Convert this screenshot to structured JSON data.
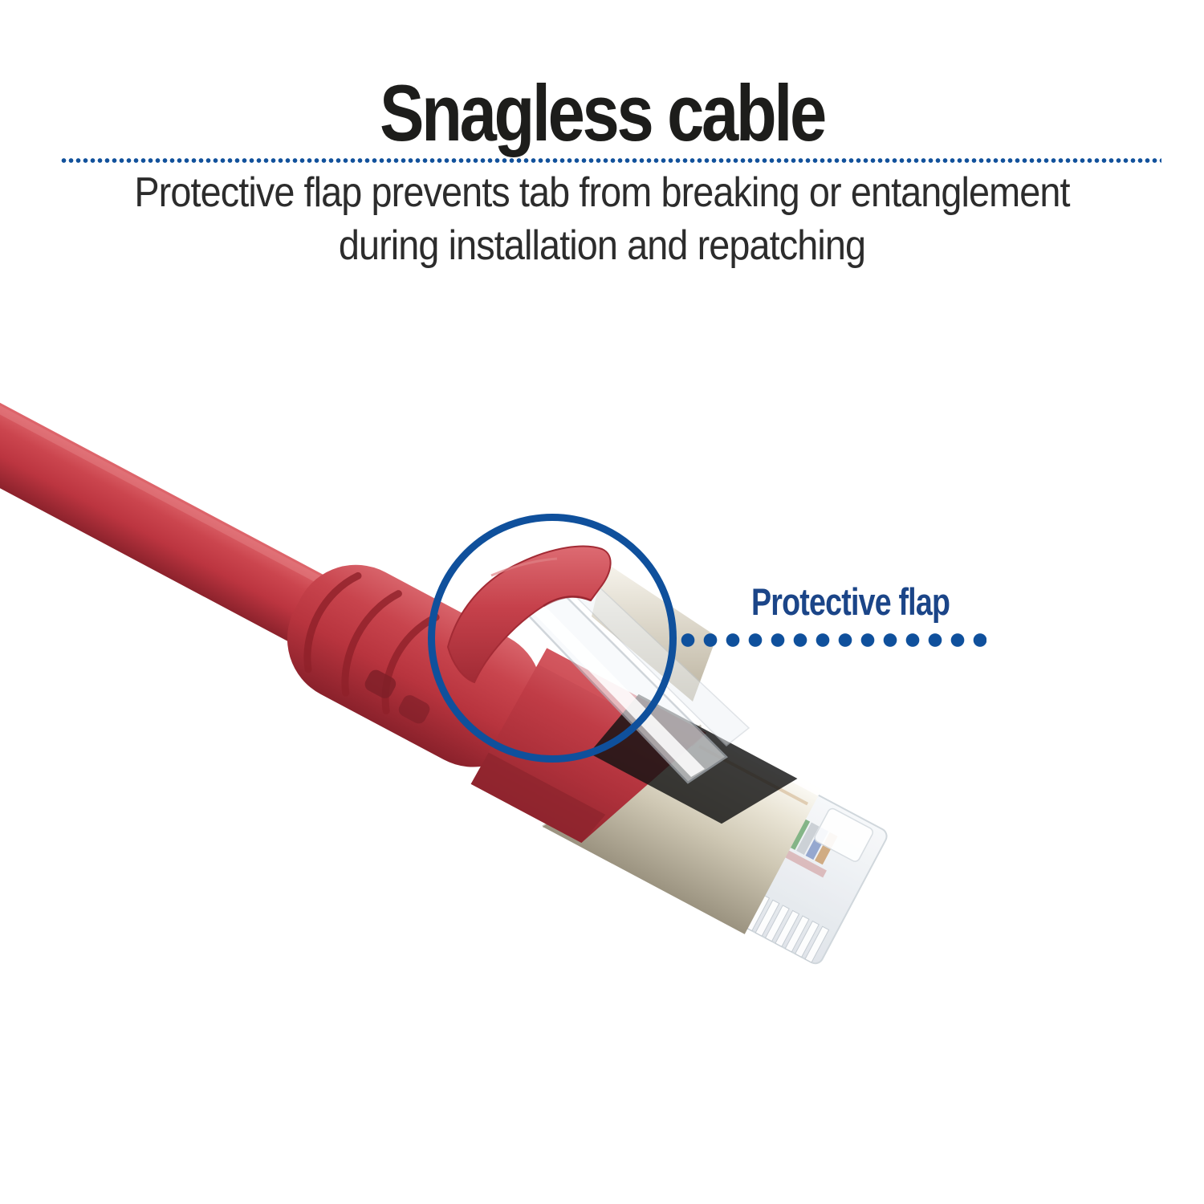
{
  "header": {
    "title": "Snagless cable",
    "subtitle_line1": "Protective flap prevents tab from breaking or entanglement",
    "subtitle_line2": "during installation and repatching"
  },
  "callout": {
    "label": "Protective flap"
  },
  "photo": {
    "subject": "red snagless RJ45 network cable connector with protective flap"
  },
  "colors": {
    "background": "#ffffff",
    "accent_blue": "#0f509c",
    "callout_text_blue": "#1b4588",
    "title_text": "#1d1d1b",
    "subtitle_text": "#2c2c2c",
    "cable_red": "#c23b45",
    "shield_metal": "#d9d3c2"
  }
}
